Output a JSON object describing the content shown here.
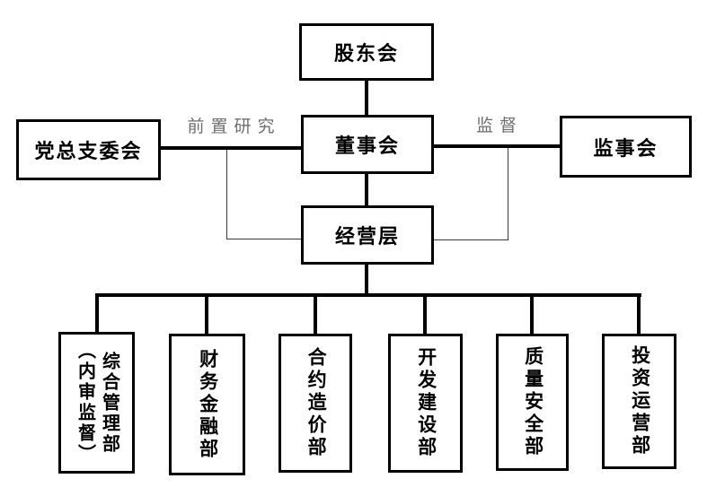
{
  "diagram": {
    "title": "company-organization-chart",
    "nodes": {
      "shareholders": {
        "label": "股东会"
      },
      "board": {
        "label": "董事会"
      },
      "party_committee": {
        "label": "党总支委会"
      },
      "supervisory_board": {
        "label": "监事会"
      },
      "management": {
        "label": "经营层"
      }
    },
    "edge_labels": {
      "party_to_board": "前置研究",
      "board_to_supervisory": "监督"
    },
    "departments": [
      {
        "label": "综合管理部",
        "sublabel": "（内审监督）"
      },
      {
        "label": "财务金融部"
      },
      {
        "label": "合约造价部"
      },
      {
        "label": "开发建设部"
      },
      {
        "label": "质量安全部"
      },
      {
        "label": "投资运营部"
      }
    ],
    "colors": {
      "box_border": "#000000",
      "main_line": "#000000",
      "thin_line": "#3c3c3c",
      "edge_label_text": "#6e6e6e",
      "node_text": "#000000",
      "background": "#ffffff"
    }
  }
}
